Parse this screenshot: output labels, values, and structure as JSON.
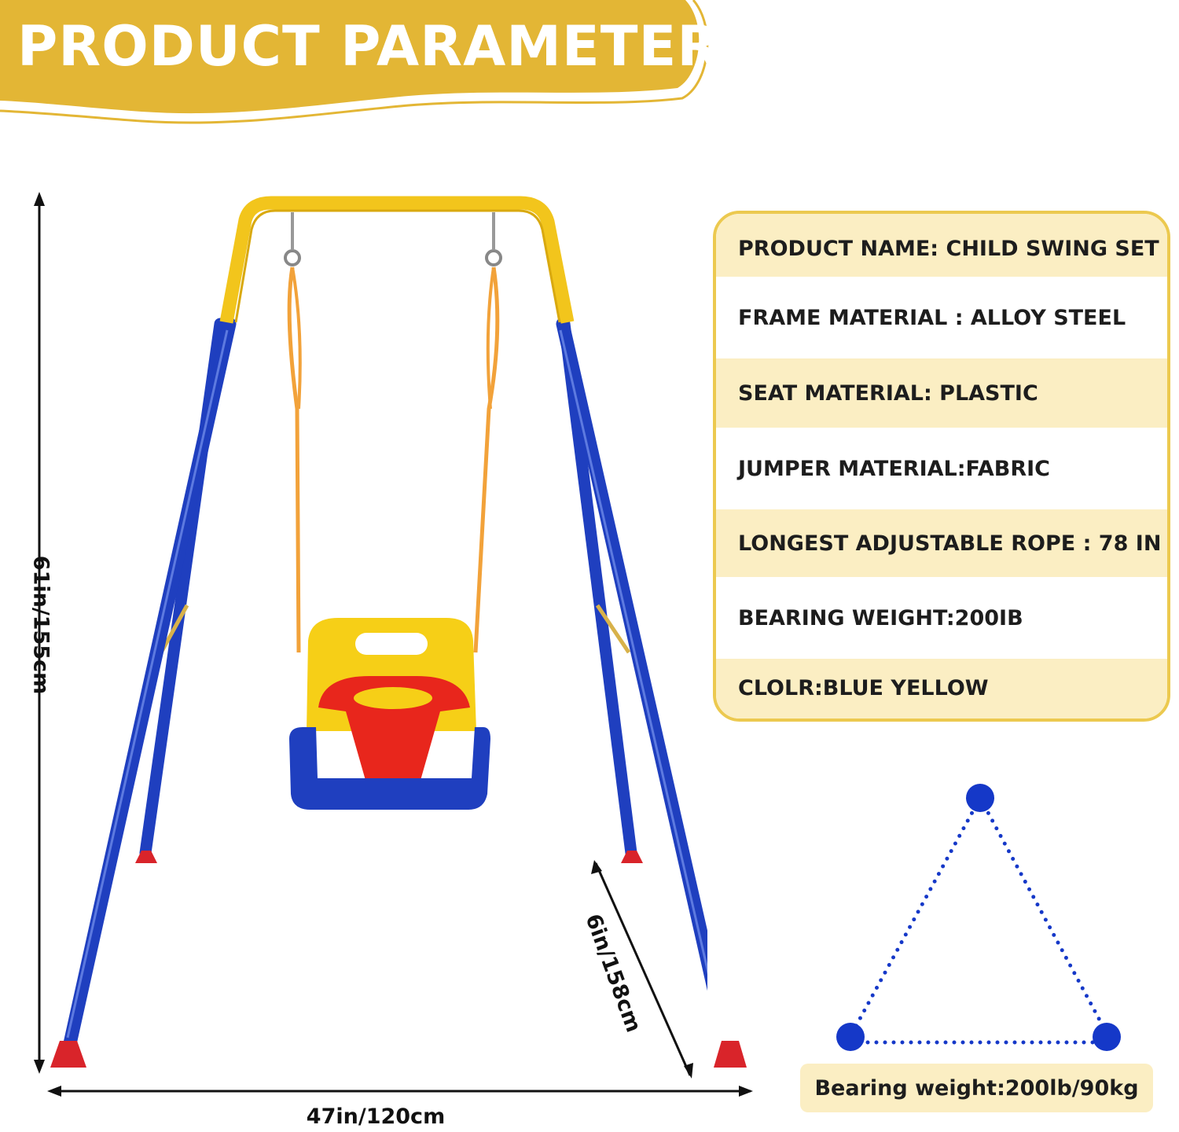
{
  "header": {
    "title": "PRODUCT  PARAMETER",
    "banner_color": "#e3b635"
  },
  "parameters": [
    {
      "text": "PRODUCT NAME: CHILD SWING SET"
    },
    {
      "text": "FRAME MATERIAL : ALLOY STEEL"
    },
    {
      "text": "SEAT MATERIAL: PLASTIC"
    },
    {
      "text": "JUMPER MATERIAL:FABRIC"
    },
    {
      "text": "LONGEST ADJUSTABLE ROPE : 78 IN"
    },
    {
      "text": "BEARING WEIGHT:200IB"
    },
    {
      "text": "CLOLR:BLUE YELLOW"
    }
  ],
  "dimensions": {
    "height": "61in/155cm",
    "width": "47in/120cm",
    "diagonal": "6in/158cm"
  },
  "bearing": {
    "label": "Bearing weight:200lb/90kg"
  },
  "colors": {
    "frame_blue": "#1f3fbf",
    "frame_yellow": "#f2c51c",
    "seat_red": "#e8261c",
    "rope_orange": "#f2a23a",
    "dot_blue": "#1538c8",
    "panel_fill": "#fbeec3",
    "panel_border": "#ecc94f"
  },
  "icons": [
    "swing-set-illustration",
    "triangle-stability-icon"
  ]
}
